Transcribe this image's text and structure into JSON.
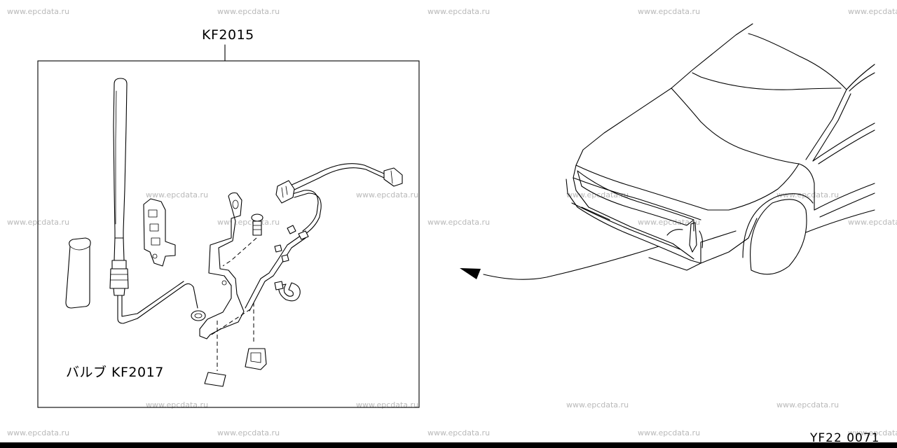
{
  "diagram": {
    "part_code": "KF2015",
    "sub_label": "バルブ KF2017",
    "figure_code": "YF22 0071"
  },
  "watermark": {
    "text": "www.epcdata.ru",
    "color": "#b9b9b9"
  },
  "colors": {
    "line": "#000000",
    "background": "#ffffff"
  }
}
